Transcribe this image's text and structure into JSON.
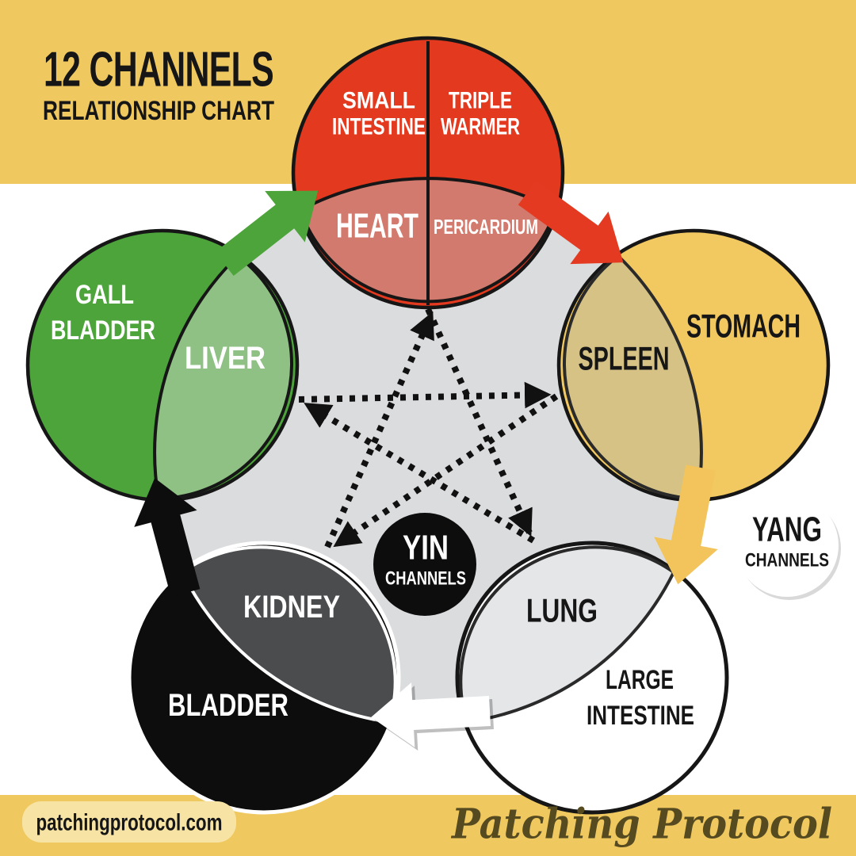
{
  "title": {
    "line1": "12 CHANNELS",
    "line2": "RELATIONSHIP CHART"
  },
  "organs": {
    "small_intestine": {
      "line1": "SMALL",
      "line2": "INTESTINE"
    },
    "triple_warmer": {
      "line1": "TRIPLE",
      "line2": "WARMER"
    },
    "heart": {
      "label": "HEART"
    },
    "pericardium": {
      "label": "PERICARDIUM"
    },
    "stomach": {
      "label": "STOMACH"
    },
    "spleen": {
      "label": "SPLEEN"
    },
    "lung": {
      "label": "LUNG"
    },
    "large_intestine": {
      "line1": "LARGE",
      "line2": "INTESTINE"
    },
    "kidney": {
      "label": "KIDNEY"
    },
    "bladder": {
      "label": "BLADDER"
    },
    "liver": {
      "label": "LIVER"
    },
    "gall_bladder": {
      "line1": "GALL",
      "line2": "BLADDER"
    }
  },
  "badges": {
    "yin": {
      "line1": "YIN",
      "line2": "CHANNELS"
    },
    "yang": {
      "line1": "YANG",
      "line2": "CHANNELS"
    }
  },
  "footer": {
    "website": "patchingprotocol.com",
    "brand": "Patching Protocol"
  },
  "cycles": {
    "generating_arrows": [
      {
        "from": "liver",
        "to": "heart",
        "color": "#4CA43A"
      },
      {
        "from": "pericardium",
        "to": "spleen",
        "color": "#E43A22"
      },
      {
        "from": "stomach",
        "to": "lung",
        "color": "#F2C45B"
      },
      {
        "from": "large_intestine",
        "to": "bladder",
        "color": "#FFFFFF"
      },
      {
        "from": "kidney",
        "to": "liver",
        "color": "#0D0D0D"
      }
    ],
    "controlling_arrows": [
      {
        "from": "liver",
        "to": "spleen"
      },
      {
        "from": "spleen",
        "to": "kidney"
      },
      {
        "from": "kidney",
        "to": "heart"
      },
      {
        "from": "heart",
        "to": "lung"
      },
      {
        "from": "lung",
        "to": "liver"
      }
    ]
  },
  "colors": {
    "band_yellow": "#EFC85F",
    "background": "#FFFFFF",
    "center_gray": "#DBDCDE",
    "center_gray_stroke": "#59595B",
    "fire_yang": "#E2391F",
    "fire_yin": "#D17A6D",
    "earth_yang": "#F2C861",
    "earth_yin": "#D6C285",
    "metal_yang": "#FFFFFF",
    "metal_yin": "#E4E6E8",
    "water_yang": "#0D0D0D",
    "water_yin": "#4B4C4E",
    "wood_yang": "#4CA43A",
    "wood_yin": "#8FC084",
    "arrow_green": "#4CA43A",
    "arrow_red": "#E43A22",
    "arrow_yellow": "#F2C45B",
    "arrow_white": "#FFFFFF",
    "arrow_black": "#0D0D0D",
    "star_black": "#111111",
    "pill_yellow": "#F7E4A4",
    "brand_brown": "#564A20"
  }
}
